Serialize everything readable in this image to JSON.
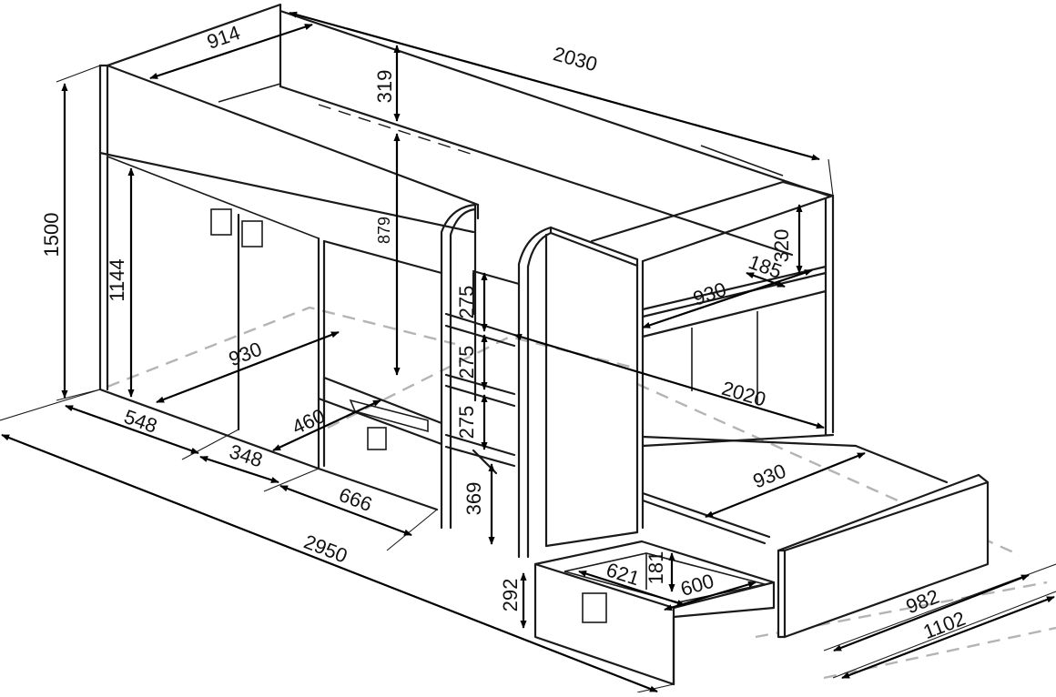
{
  "dimensions": {
    "overall_length_top": "2030",
    "top_bed_width": "914",
    "top_guard_height": "319",
    "overall_height": "1500",
    "under_top_height": "879",
    "wardrobe_height": "1144",
    "wardrobe_width": "930",
    "wardrobe_depth": "548",
    "middle_section": "348",
    "lower_section": "666",
    "step_depth": "460",
    "overall_length_bottom": "2950",
    "step_1": "275",
    "step_2": "275",
    "step_3": "275",
    "step_bottom": "369",
    "shelf_height": "320",
    "shelf_depth": "185",
    "shelf_width": "930",
    "lower_bed_length": "2020",
    "lower_bed_width": "930",
    "drawer_height": "292",
    "drawer_inner_height": "181",
    "drawer_length": "621",
    "drawer_width": "600",
    "bottom_width_inner": "982",
    "bottom_width_outer": "1102"
  }
}
